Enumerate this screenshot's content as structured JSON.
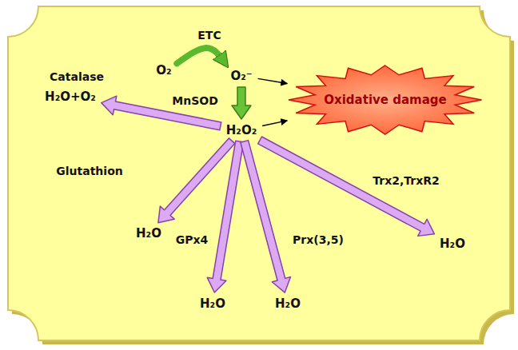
{
  "diagram": {
    "nodes": [
      {
        "text": [
          "O₂"
        ]
      },
      {
        "text": [
          "O₂⁻"
        ]
      },
      {
        "text": [
          "H₂O₂"
        ]
      },
      {
        "text": [
          "Oxidative damage"
        ]
      },
      {
        "text": [
          "H₂O+O₂"
        ]
      },
      {
        "text": [
          "H₂O"
        ]
      },
      {
        "text": [
          "H₂O"
        ]
      },
      {
        "text": [
          "H₂O"
        ]
      },
      {
        "text": [
          "H₂O"
        ]
      }
    ],
    "edges": [
      {
        "from": 0,
        "to": 1,
        "label": "ETC",
        "arrow": "to"
      },
      {
        "from": 1,
        "to": 2,
        "label": "MnSOD",
        "arrow": "to"
      },
      {
        "from": 1,
        "to": 3,
        "arrow": "to"
      },
      {
        "from": 2,
        "to": 3,
        "arrow": "to"
      },
      {
        "from": 2,
        "to": 4,
        "label": "Catalase",
        "arrow": "to"
      },
      {
        "from": 2,
        "to": 5,
        "label": "Glutathion",
        "arrow": "to"
      },
      {
        "from": 2,
        "to": 6,
        "label": "GPx4",
        "arrow": "to"
      },
      {
        "from": 2,
        "to": 7,
        "label": "Prx(3,5)",
        "arrow": "to"
      },
      {
        "from": 2,
        "to": 8,
        "label": "Trx2,TrxR2",
        "arrow": "to"
      }
    ]
  }
}
